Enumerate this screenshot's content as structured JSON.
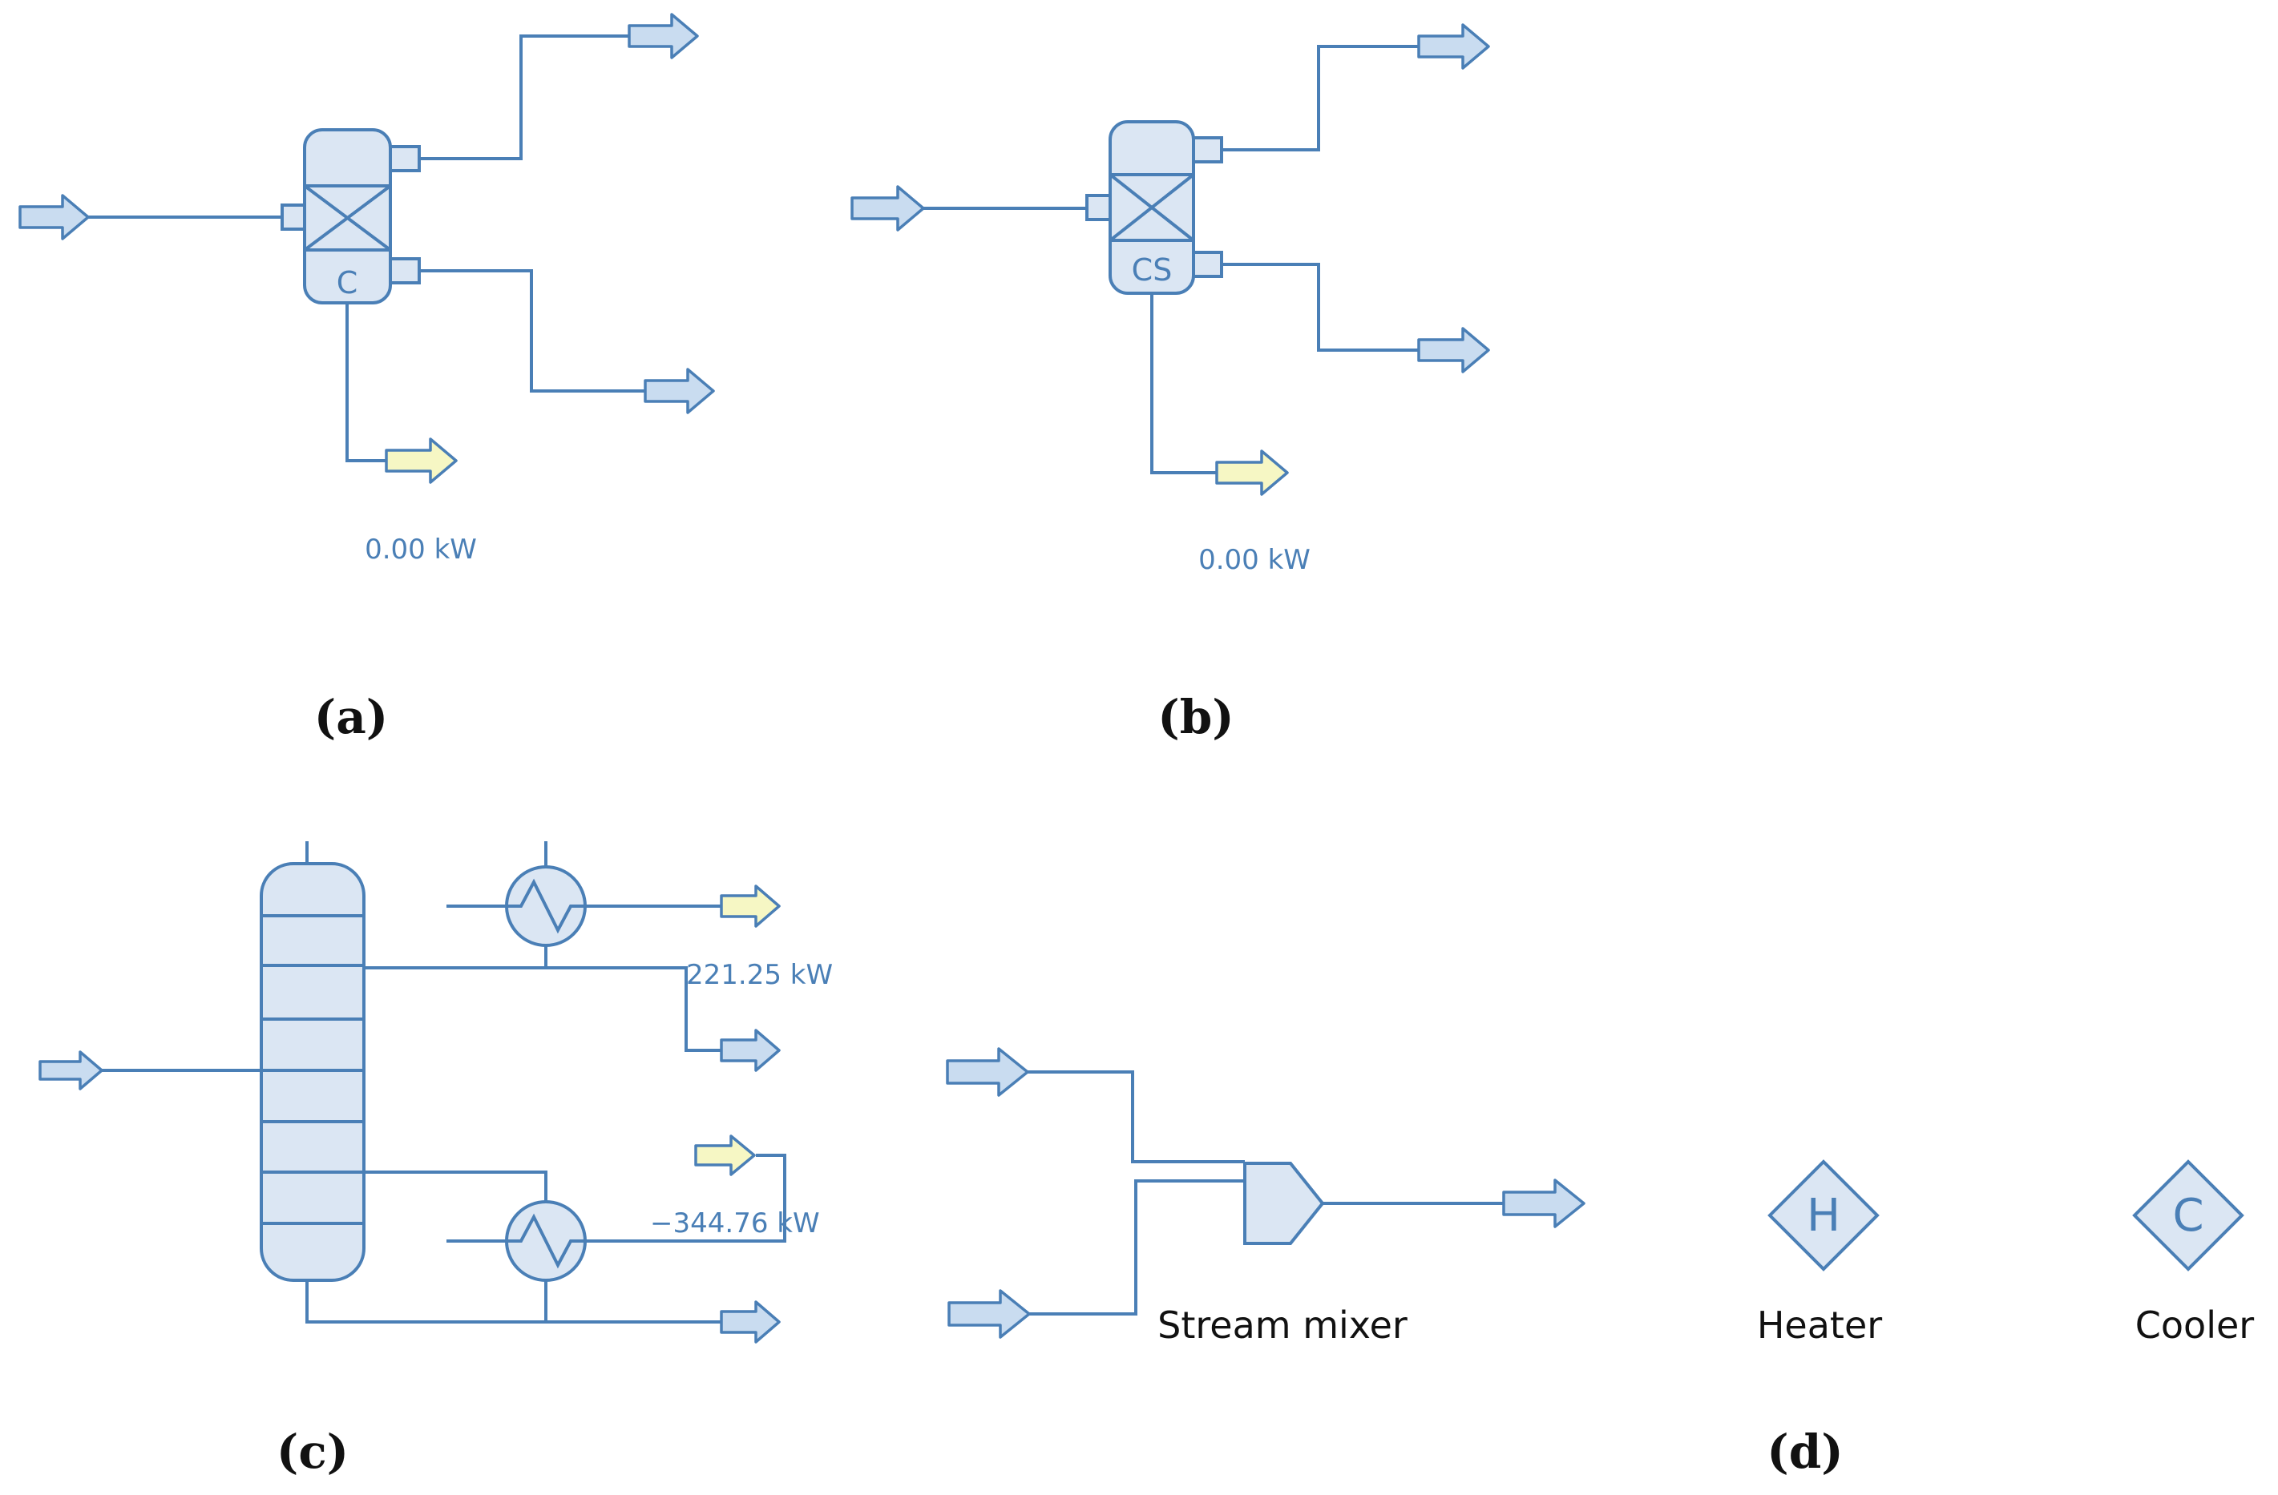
{
  "panels": {
    "a": {
      "caption": "(a)",
      "unit_label": "C",
      "duty": "0.00 kW"
    },
    "b": {
      "caption": "(b)",
      "unit_label": "CS",
      "duty": "0.00 kW"
    },
    "c": {
      "caption": "(c)",
      "condenser_duty": "221.25 kW",
      "reboiler_duty": "−344.76 kW"
    },
    "d": {
      "caption": "(d)",
      "mixer_label": "Stream mixer",
      "heater_letter": "H",
      "heater_label": "Heater",
      "cooler_letter": "C",
      "cooler_label": "Cooler"
    }
  },
  "colors": {
    "line": "#4a7fb6",
    "equipment_fill": "#dbe6f3",
    "material_arrow": "#c9dcf0",
    "energy_arrow": "#f6f7c4"
  },
  "icons": [
    "material-stream-arrow",
    "energy-stream-arrow",
    "component-splitter",
    "distillation-column",
    "heat-exchanger",
    "stream-mixer",
    "heater-diamond",
    "cooler-diamond"
  ]
}
